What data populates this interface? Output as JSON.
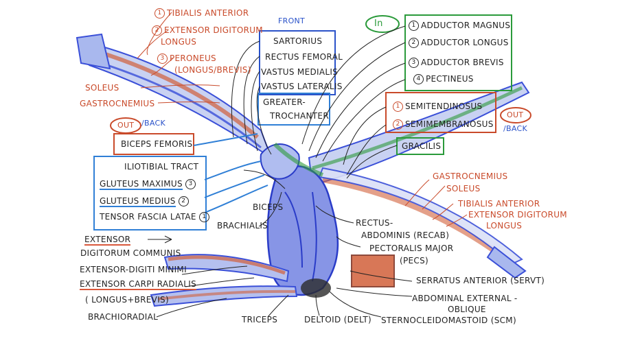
{
  "labels": {
    "front": "FRONT",
    "in": "In",
    "out_back_left": "OUT",
    "back_left": "/BACK",
    "out_right": "OUT",
    "back_right": "/BACK",
    "leg_left_muscles": [
      "TIBIALIS ANTERIOR",
      "EXTENSOR DIGITORUM",
      "LONGUS",
      "PERONEUS",
      "(LONGUS/BREVIS)",
      "SOLEUS",
      "GASTROCNEMIUS"
    ],
    "front_box": [
      "SARTORIUS",
      "RECTUS FEMORAL",
      "VASTUS MEDIALIS",
      "VASTUS LATERALIS"
    ],
    "greater_trochanter": [
      "GREATER-",
      "TROCHANTER"
    ],
    "adductors": [
      "ADDUCTOR MAGNUS",
      "ADDUCTOR LONGUS",
      "ADDUCTOR BREVIS",
      "PECTINEUS"
    ],
    "hamstrings": [
      "SEMITENDINOSUS",
      "SEMIMEMBRANOSUS"
    ],
    "gracilis": "GRACILIS",
    "biceps_femoris": "BICEPS FEMORIS",
    "lateral_box": [
      "ILIOTIBIAL TRACT",
      "GLUTEUS MAXIMUS",
      "GLUTEUS MEDIUS",
      "TENSOR FASCIA LATAE"
    ],
    "right_leg": [
      "GASTROCNEMIUS",
      "SOLEUS",
      "TIBIALIS ANTERIOR",
      "EXTENSOR DIGITORUM",
      "LONGUS"
    ],
    "biceps": "BICEPS",
    "brachialis": "BRACHIALIS",
    "rectus_abdominis": [
      "RECTUS-",
      "ABDOMINIS (RECAB)"
    ],
    "pectoralis": [
      "PECTORALIS MAJOR",
      "(PECS)"
    ],
    "serratus": "SERRATUS ANTERIOR (SERVT)",
    "abdominal_oblique": [
      "ABDOMINAL EXTERNAL -",
      "OBLIQUE"
    ],
    "scm": "STERNOCLEIDOMASTOID (SCM)",
    "deltoid": "DELTOID (DELT)",
    "triceps": "TRICEPS",
    "brachioradial": "BRACHIORADIAL",
    "forearm": [
      "EXTENSOR",
      "DIGITORUM COMMUNIS",
      "EXTENSOR-DIGITI MINIMI",
      "EXTENSOR CARPI RADIALIS",
      "( LONGUS+BREVIS)"
    ]
  },
  "numbers": {
    "n1": "1",
    "n2": "2",
    "n3": "3",
    "n4": "4"
  },
  "colors": {
    "red": "#c94a2a",
    "blue": "#2a52c9",
    "green": "#2a9a3a",
    "muscle_blue": "#3a4fd8",
    "muscle_red": "#d2603a"
  }
}
